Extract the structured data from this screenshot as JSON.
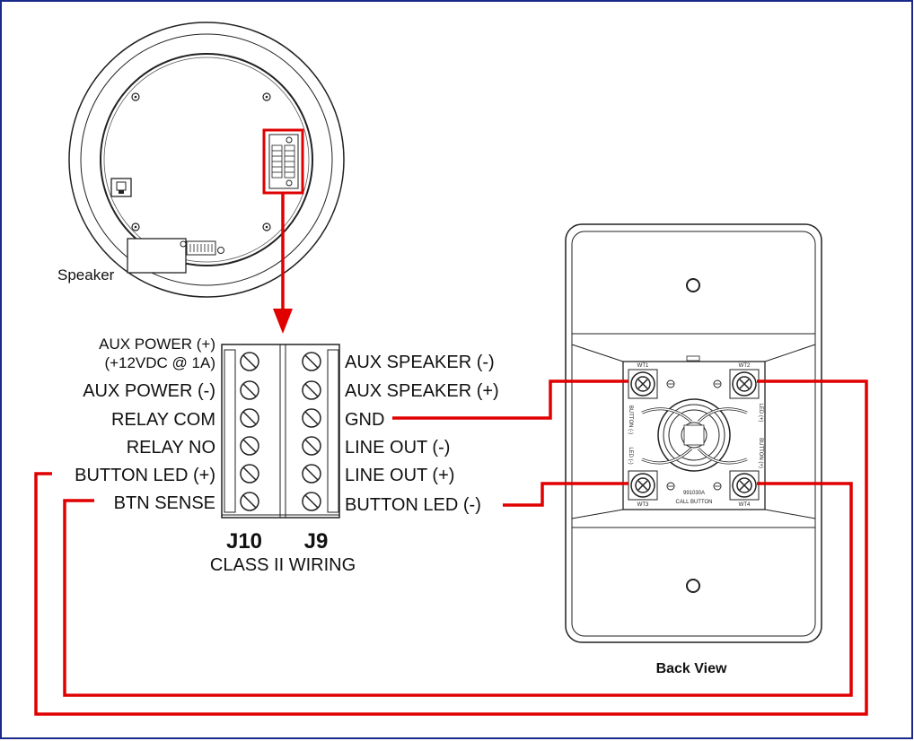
{
  "speaker": {
    "label": "Speaker"
  },
  "connector": {
    "j10_label": "J10",
    "j9_label": "J9",
    "wiring_label": "CLASS II WIRING",
    "j10_terminals": [
      "AUX POWER (+)",
      "AUX POWER (-)",
      "RELAY COM",
      "RELAY NO",
      "BUTTON LED (+)",
      "BTN SENSE"
    ],
    "j10_first_sub": "(+12VDC @ 1A)",
    "j9_terminals": [
      "AUX SPEAKER (-)",
      "AUX SPEAKER (+)",
      "GND",
      "LINE OUT (-)",
      "LINE OUT (+)",
      "BUTTON LED (-)"
    ]
  },
  "call_button": {
    "title": "Back View",
    "part_number": "991030A",
    "part_name": "CALL BUTTON",
    "wt1": "WT1",
    "wt2": "WT2",
    "wt3": "WT3",
    "wt4": "WT4",
    "label_button_minus": "BUTTON (-)",
    "label_button_plus": "BUTTON (+)",
    "label_led_minus": "LED (-)",
    "label_led_plus": "LED (+)"
  },
  "colors": {
    "wire": "#e00000",
    "outline": "#222222",
    "frame": "#1a2a8a"
  }
}
